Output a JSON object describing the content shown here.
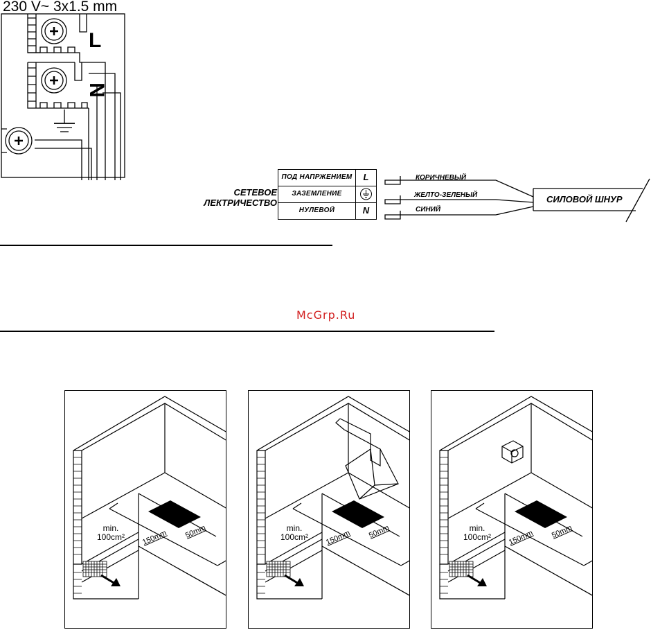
{
  "terminal_block": {
    "spec": "230 V~ 3x1.5 mm",
    "live_letter": "L",
    "neutral_letter": "N"
  },
  "wiring_table": {
    "network_label_line1": "СЕТЕВОЕ",
    "network_label_line2": "ЛЕКТРИЧЕСТВО",
    "rows": [
      {
        "label": "ПОД НАПРЖЕНИЕМ",
        "symbol": "L",
        "wire": "КОРИЧНЕВЫЙ"
      },
      {
        "label": "ЗАЗЕМЛЕНИЕ",
        "symbol": "",
        "wire": "ЖЕЛТО-ЗЕЛЕНЫЙ"
      },
      {
        "label": "НУЛЕВОЙ",
        "symbol": "N",
        "wire": "СИНИЙ"
      }
    ],
    "cord_label": "СИЛОВОЙ ШНУР"
  },
  "watermark": "McGrp.Ru",
  "installation_panels": [
    {
      "min_label": "min.",
      "area_label": "100cm²",
      "dim_side": "150mm",
      "dim_back": "50mm",
      "feature": "none"
    },
    {
      "min_label": "min.",
      "area_label": "100cm²",
      "dim_side": "150mm",
      "dim_back": "50mm",
      "feature": "hood"
    },
    {
      "min_label": "min.",
      "area_label": "100cm²",
      "dim_side": "150mm",
      "dim_back": "50mm",
      "feature": "socket"
    }
  ],
  "colors": {
    "line": "#000000",
    "watermark": "#d21f1f"
  }
}
